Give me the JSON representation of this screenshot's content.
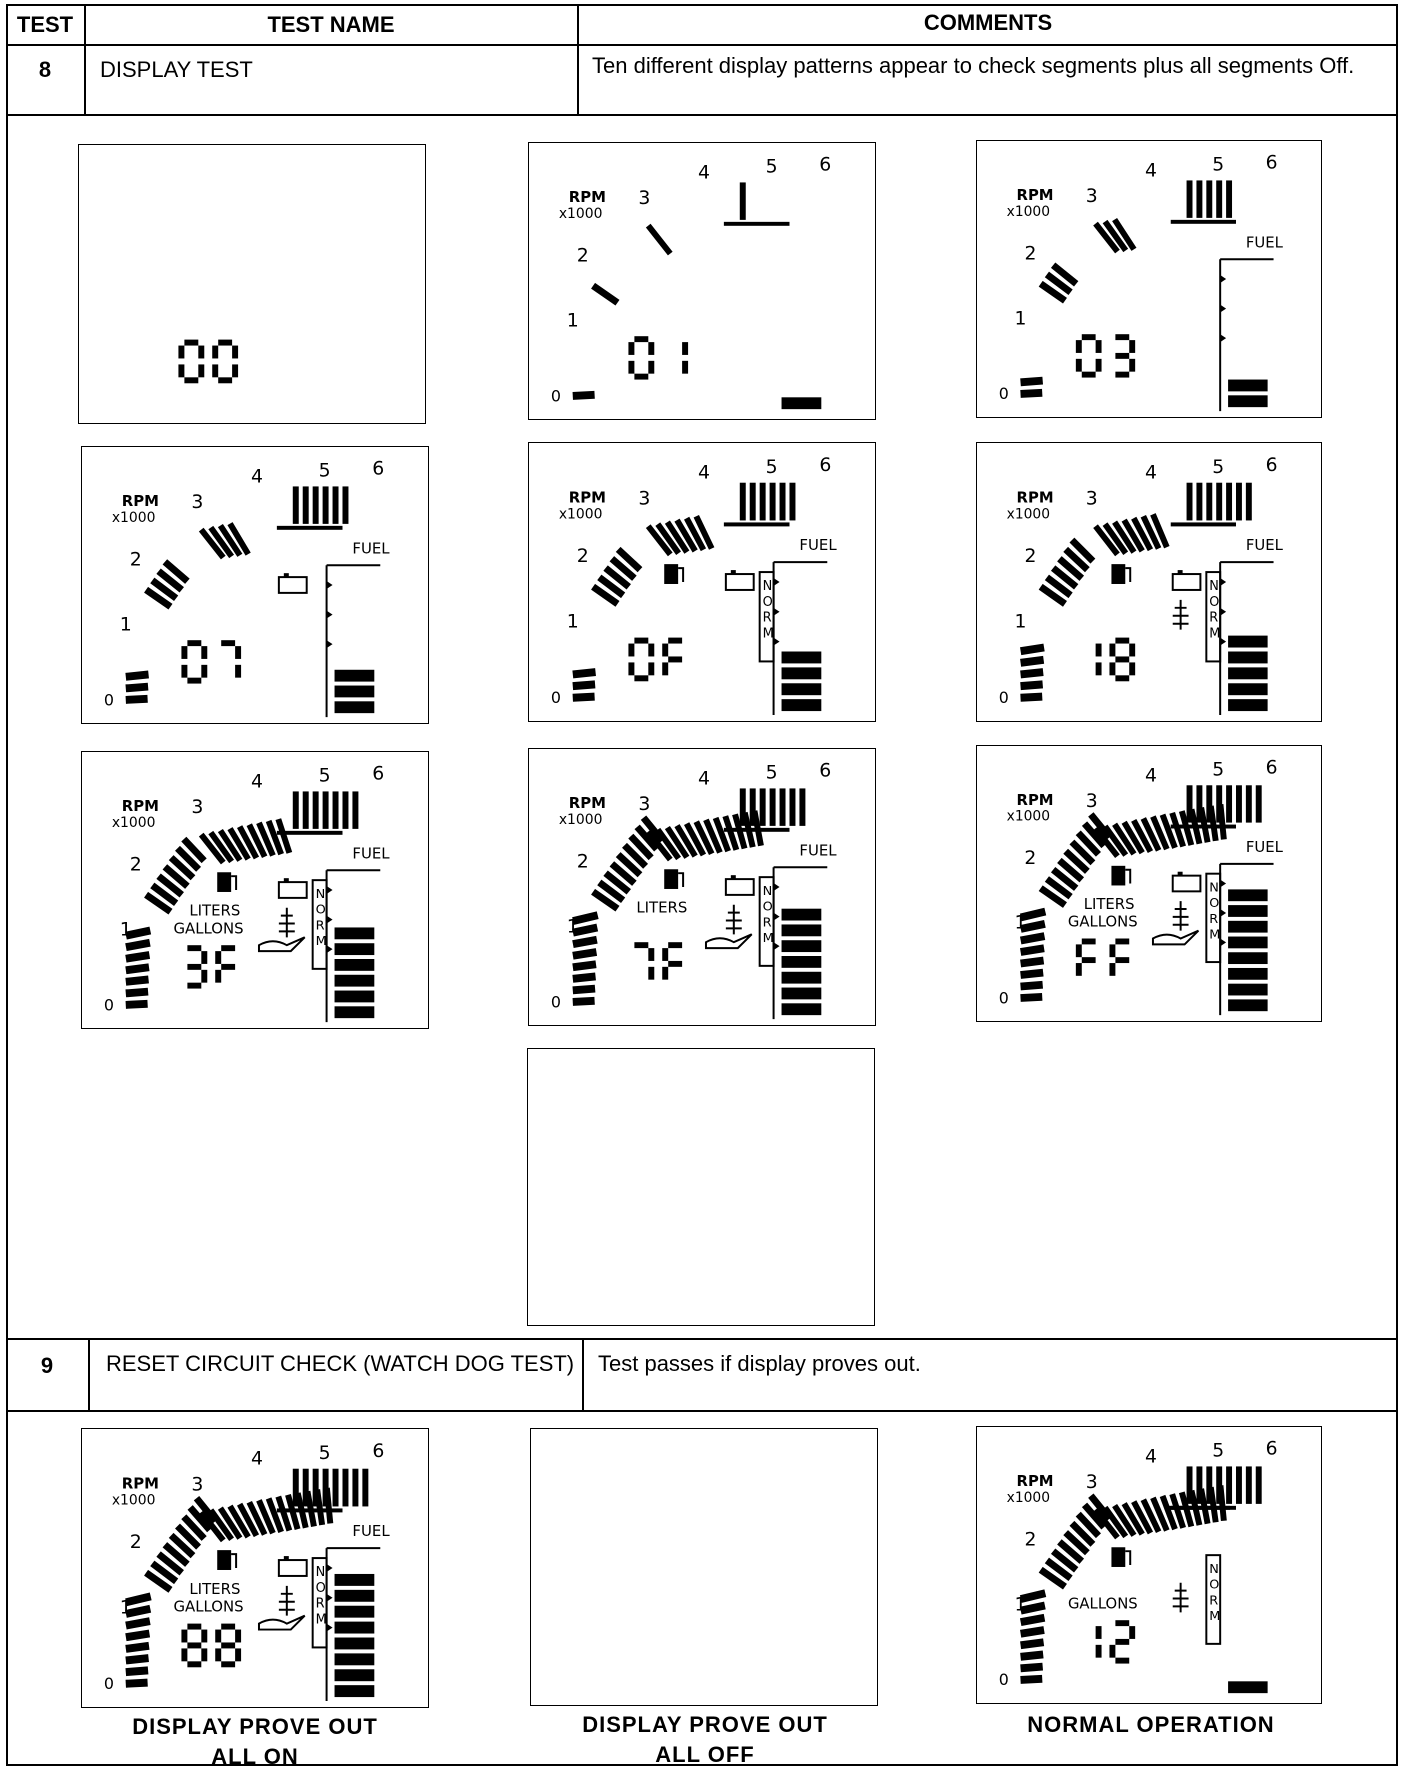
{
  "header": {
    "test": "TEST",
    "test_name": "TEST NAME",
    "comments": "COMMENTS"
  },
  "rows": [
    {
      "num": "8",
      "name": "DISPLAY TEST",
      "comment": "Ten different display patterns appear to check segments plus all segments Off."
    },
    {
      "num": "9",
      "name": "RESET CIRCUIT CHECK (WATCH DOG TEST)",
      "comment": "Test passes if display proves out."
    }
  ],
  "labels": {
    "rpm": "RPM",
    "x1000": "x1000",
    "fuel": "FUEL",
    "liters": "LITERS",
    "gallons": "GALLONS",
    "norm": [
      "N",
      "O",
      "R",
      "M"
    ],
    "ticks": [
      "0",
      "1",
      "2",
      "3",
      "4",
      "5",
      "6"
    ]
  },
  "displays": [
    {
      "id": "d1",
      "digits": "00",
      "level": 0,
      "fuel": 0,
      "icons": []
    },
    {
      "id": "d2",
      "digits": "01",
      "level": 1,
      "fuel": 1,
      "icons": []
    },
    {
      "id": "d3",
      "digits": "03",
      "level": 2,
      "fuel": 2,
      "icons": [
        "fuelscale"
      ]
    },
    {
      "id": "d4",
      "digits": "07",
      "level": 3,
      "fuel": 3,
      "icons": [
        "fuelscale",
        "battery"
      ]
    },
    {
      "id": "d5",
      "digits": "0F",
      "level": 4,
      "fuel": 4,
      "icons": [
        "fuelscale",
        "battery",
        "pump",
        "norm"
      ]
    },
    {
      "id": "d6",
      "digits": "18",
      "level": 5,
      "fuel": 5,
      "icons": [
        "fuelscale",
        "battery",
        "pump",
        "norm",
        "temp"
      ]
    },
    {
      "id": "d7",
      "digits": "3F",
      "level": 6,
      "fuel": 6,
      "icons": [
        "fuelscale",
        "battery",
        "pump",
        "norm",
        "temp",
        "oil",
        "liters",
        "gallons"
      ]
    },
    {
      "id": "d8",
      "digits": "7F",
      "level": 7,
      "fuel": 7,
      "icons": [
        "fuelscale",
        "battery",
        "pump",
        "norm",
        "temp",
        "oil",
        "liters"
      ]
    },
    {
      "id": "d9",
      "digits": "FF",
      "level": 8,
      "fuel": 8,
      "icons": [
        "fuelscale",
        "battery",
        "pump",
        "norm",
        "temp",
        "oil",
        "liters",
        "gallons"
      ]
    },
    {
      "id": "d10",
      "digits": "",
      "level": -1,
      "fuel": 0,
      "icons": []
    },
    {
      "id": "d11",
      "digits": "88",
      "level": 8,
      "fuel": 8,
      "icons": [
        "fuelscale",
        "battery",
        "pump",
        "norm",
        "temp",
        "oil",
        "liters",
        "gallons"
      ]
    },
    {
      "id": "d12",
      "digits": "",
      "level": -1,
      "fuel": 0,
      "icons": []
    },
    {
      "id": "d13",
      "digits": "12",
      "level": 9,
      "fuel": 1,
      "icons": [
        "pump",
        "norm",
        "temp",
        "gallons"
      ]
    }
  ],
  "captions": {
    "all_on": [
      "DISPLAY PROVE OUT",
      "ALL ON"
    ],
    "all_off": [
      "DISPLAY PROVE OUT",
      "ALL OFF"
    ],
    "normal": [
      "NORMAL OPERATION"
    ]
  }
}
